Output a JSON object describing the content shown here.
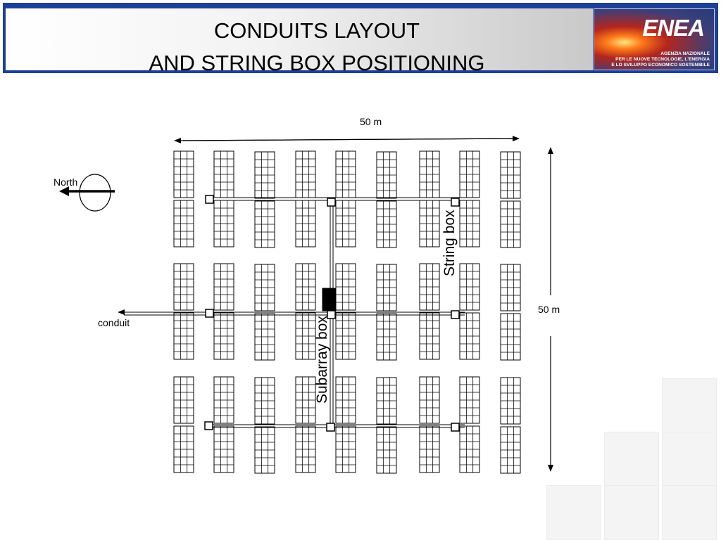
{
  "header": {
    "title_line_1": "CONDUITS LAYOUT",
    "title_line_2": "AND STRING BOX POSITIONING",
    "bar_color": "#1c3f97"
  },
  "logo": {
    "brand": "ENEA",
    "subtitle_1": "AGENZIA NAZIONALE",
    "subtitle_2": "PER LE NUOVE TECNOLOGIE, L'ENERGIA",
    "subtitle_3": "E LO SVILUPPO ECONOMICO SOSTENIBILE"
  },
  "diagram": {
    "top_dimension": "50 m",
    "right_dimension": "50 m",
    "north_label": "North",
    "conduit_label": "conduit",
    "string_box_label": "String box",
    "subarray_box_label": "Subarray box",
    "panel_rows": 3,
    "panels_per_row": 9
  }
}
